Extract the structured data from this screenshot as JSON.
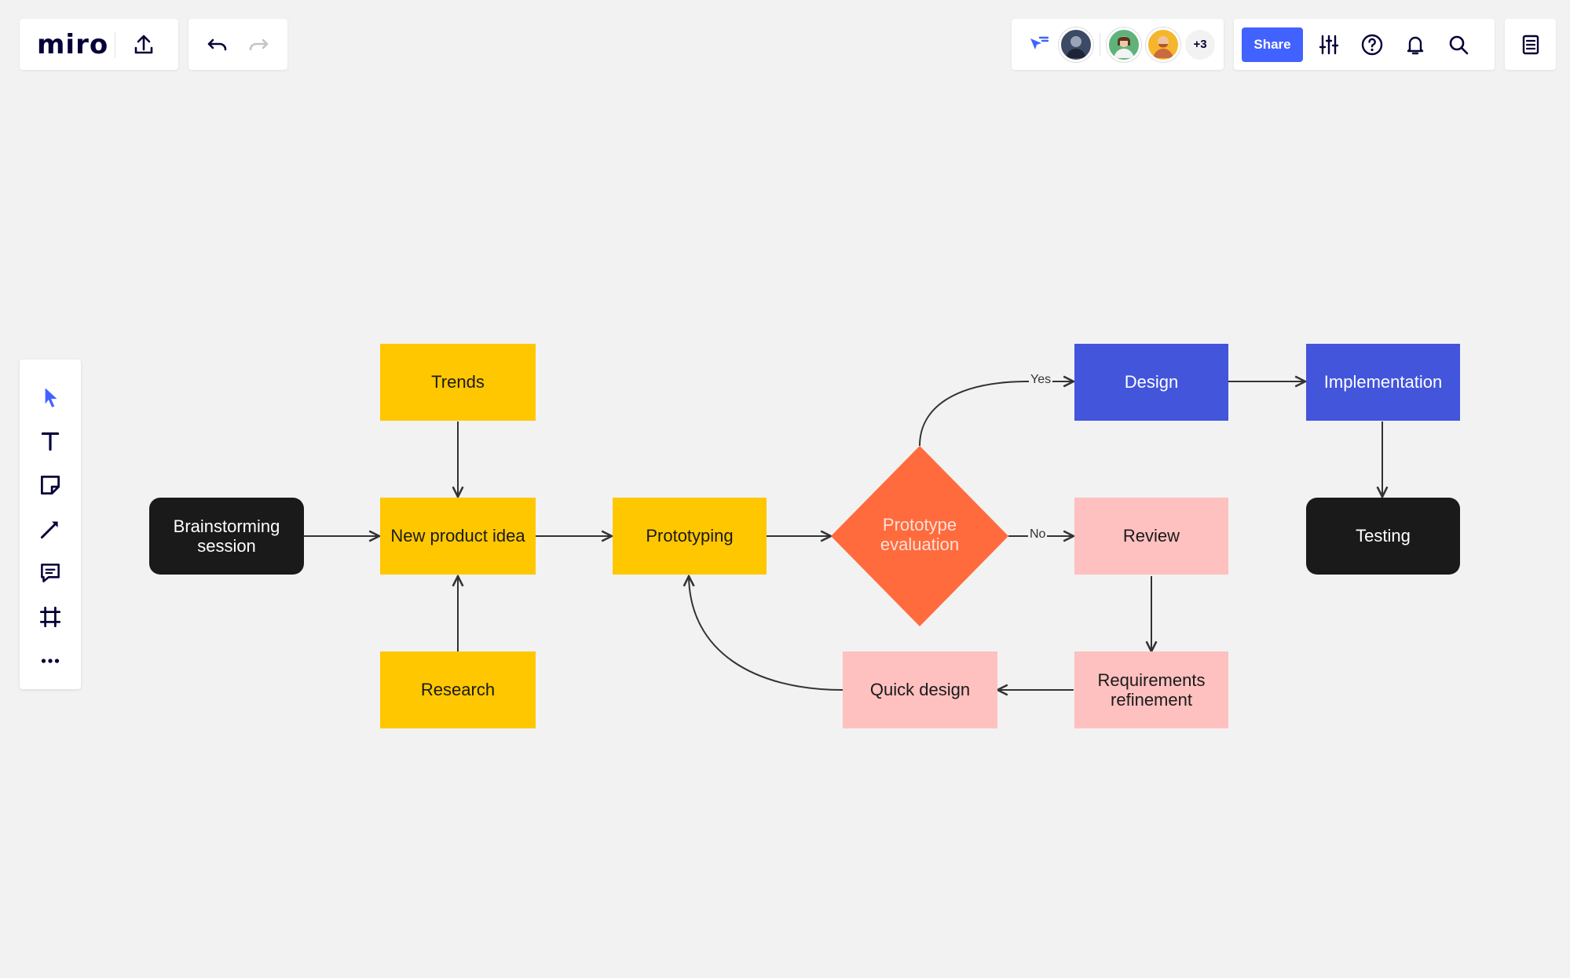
{
  "app": {
    "logo": "miro"
  },
  "top_left": {
    "export_icon": "upload-icon",
    "undo_icon": "undo-icon",
    "redo_icon": "redo-icon"
  },
  "top_right": {
    "collaborators_extra": "+3",
    "share_label": "Share",
    "accent_color": "#4262ff"
  },
  "left_toolbar": {
    "tools": [
      "select-icon",
      "text-icon",
      "sticky-note-icon",
      "pen-icon",
      "comment-icon",
      "frame-icon",
      "more-icon"
    ]
  },
  "board": {
    "nodes": {
      "brainstorming": "Brainstorming\nsession",
      "trends": "Trends",
      "new_product_idea": "New product idea",
      "research": "Research",
      "prototyping": "Prototyping",
      "prototype_evaluation": "Prototype\nevaluation",
      "design": "Design",
      "implementation": "Implementation",
      "testing": "Testing",
      "review": "Review",
      "requirements_refinement": "Requirements\nrefinement",
      "quick_design": "Quick design"
    },
    "edge_labels": {
      "yes": "Yes",
      "no": "No"
    },
    "colors": {
      "dark": "#1a1a1a",
      "yellow": "#ffc700",
      "blue": "#4255db",
      "pink": "#ffc0c0",
      "orange": "#ff6b3d"
    }
  }
}
